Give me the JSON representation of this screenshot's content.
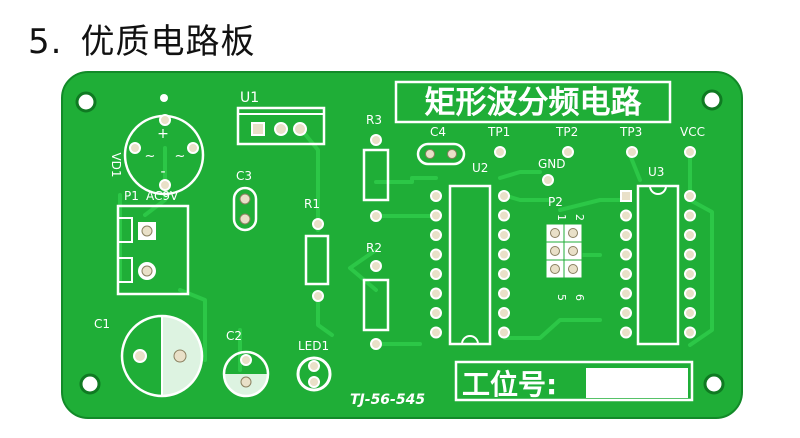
{
  "heading": {
    "number": "5.",
    "text": "优质电路板"
  },
  "board": {
    "colors": {
      "board": "#1fae37",
      "edge": "#128a28",
      "trace": "#28c443",
      "silk": "#ffffff",
      "pad": "#e9e0c8"
    },
    "title": "矩形波分频电路",
    "workstation_label": "工位号:",
    "serial": "TJ-56-545",
    "labels": {
      "vd1": "VD1",
      "p1": "P1",
      "ac9v": "AC9V",
      "c1": "C1",
      "c2": "C2",
      "c3": "C3",
      "c4": "C4",
      "u1": "U1",
      "u2": "U2",
      "u3": "U3",
      "r1": "R1",
      "r2": "R2",
      "r3": "R3",
      "led1": "LED1",
      "tp1": "TP1",
      "tp2": "TP2",
      "tp3": "TP3",
      "vcc": "VCC",
      "gnd": "GND",
      "p2": "P2",
      "p2_pin1": "1",
      "p2_pin2": "2",
      "p2_pin5": "5",
      "p2_pin6": "6",
      "plus": "+",
      "minus": "-",
      "tilde_a": "~",
      "tilde_b": "~"
    }
  }
}
